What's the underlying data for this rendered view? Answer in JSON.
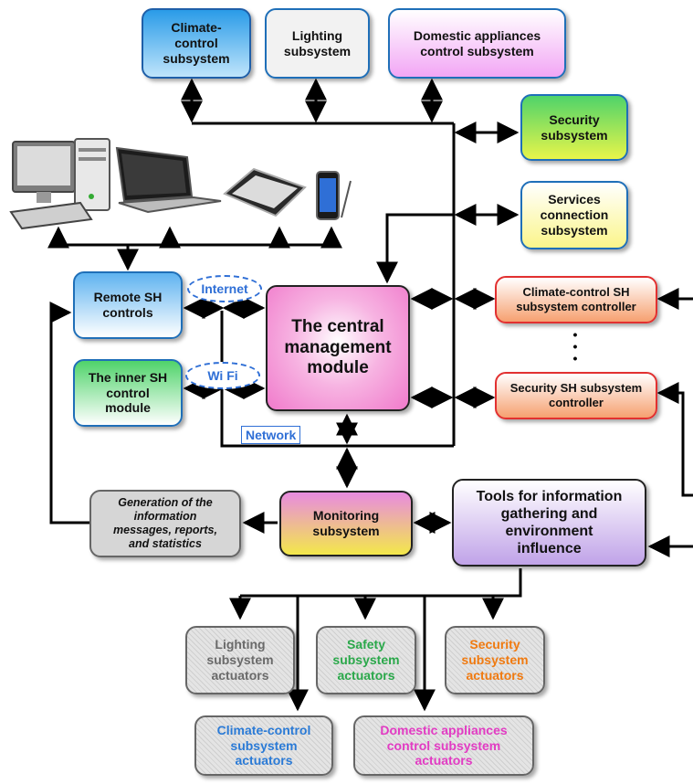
{
  "nodes": {
    "climate_control_subsystem": "Climate-\ncontrol\nsubsystem",
    "lighting_subsystem": "Lighting\nsubsystem",
    "domestic_appliances_control_subsystem": "Domestic appliances\ncontrol subsystem",
    "security_subsystem": "Security\nsubsystem",
    "services_connection_subsystem": "Services\nconnection\nsubsystem",
    "remote_sh_controls": "Remote SH\ncontrols",
    "inner_sh_control_module": "The inner SH\ncontrol\nmodule",
    "central_management_module": "The central\nmanagement\nmodule",
    "climate_control_sh_subsystem_controller": "Climate-control SH\nsubsystem controller",
    "security_sh_subsystem_controller": "Security SH subsystem\ncontroller",
    "generation_of_information": "Generation of the\ninformation\nmessages, reports,\nand statistics",
    "monitoring_subsystem": "Monitoring\nsubsystem",
    "tools_for_information_gathering": "Tools for information\ngathering and\nenvironment\ninfluence",
    "lighting_subsystem_actuators": "Lighting\nsubsystem\nactuators",
    "safety_subsystem_actuators": "Safety\nsubsystem\nactuators",
    "security_subsystem_actuators": "Security\nsubsystem\nactuators",
    "climate_control_subsystem_actuators": "Climate-control\nsubsystem\nactuators",
    "domestic_appliances_actuators": "Domestic appliances\ncontrol subsystem\nactuators"
  },
  "labels": {
    "internet": "Internet",
    "wifi": "Wi Fi",
    "network": "Network",
    "ellipsis": "•\n•\n•"
  },
  "colors": {
    "climate": "#2a9be8",
    "lighting": "#f0f0f0",
    "domestic": "#f2a6f5",
    "security": "#b7e84a",
    "services": "#fbf8a0",
    "remote": "#5fb3f0",
    "inner": "#4fd36a",
    "central": "#f07acb",
    "controller": "#f6b07a",
    "monitoring": "#f3b22a",
    "tools": "#c0a3e8",
    "safety_text": "#2aa84a",
    "security_text": "#f07a10",
    "climate_text": "#2a7ad6",
    "domestic_text": "#e23bc3",
    "lighting_text": "#6a6a6a",
    "network": "#2f6fd6"
  },
  "devices": [
    "desktop-computer-icon",
    "laptop-icon",
    "tablet-icon",
    "smartphone-icon"
  ]
}
